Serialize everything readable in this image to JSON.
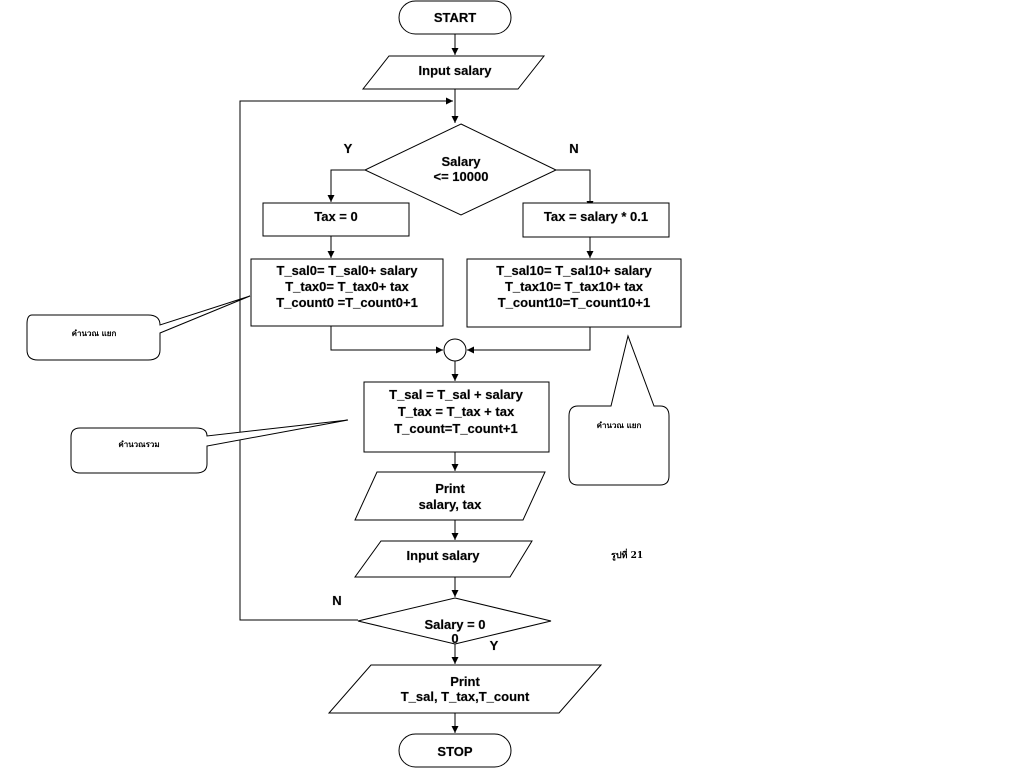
{
  "flowchart": {
    "start": "START",
    "input_salary_1": "Input salary",
    "decision_1": [
      "Salary",
      "<= 10000"
    ],
    "branch_yes": "Y",
    "branch_no": "N",
    "tax_zero": "Tax = 0",
    "tax_rate": "Tax = salary * 0.1",
    "accum_low": [
      "T_sal0= T_sal0+ salary",
      "T_tax0= T_tax0+ tax",
      "T_count0 =T_count0+1"
    ],
    "accum_high": [
      "T_sal10= T_sal10+ salary",
      "T_tax10= T_tax10+ tax",
      "T_count10=T_count10+1"
    ],
    "accum_total": [
      "T_sal = T_sal + salary",
      "T_tax = T_tax + tax",
      "T_count=T_count+1"
    ],
    "print_1": [
      "Print",
      "salary, tax"
    ],
    "input_salary_2": "Input salary",
    "decision_2": [
      "Salary = 0",
      "0"
    ],
    "loop_no": "N",
    "exit_yes": "Y",
    "print_2": [
      "Print",
      "T_sal, T_tax,T_count"
    ],
    "stop": "STOP"
  },
  "callouts": {
    "left_upper": "คำนวณ แยก",
    "left_lower": "คำนวณรวม",
    "right": "คำนวณ แยก"
  },
  "figure_note": "รูปที่ 21"
}
